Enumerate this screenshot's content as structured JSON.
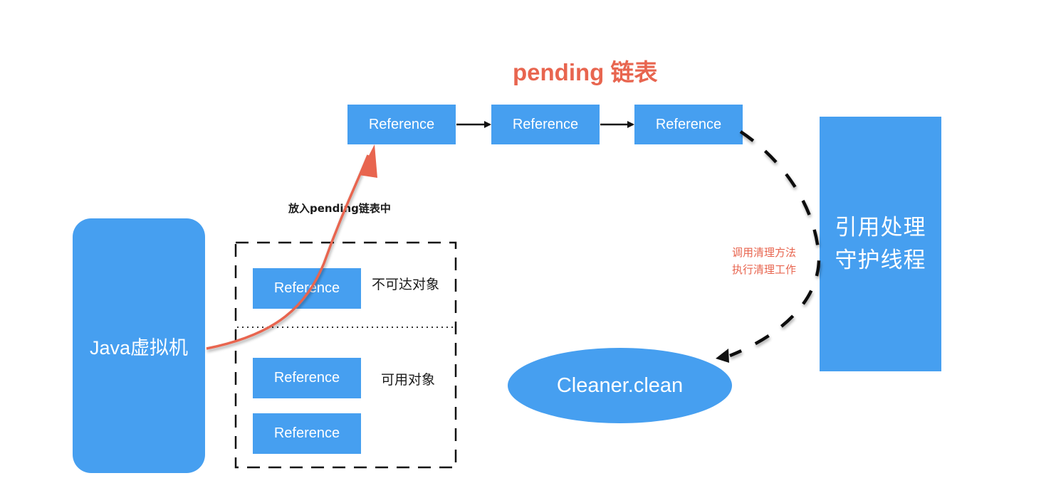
{
  "title": "pending 链表",
  "pending_list": {
    "nodes": [
      "Reference",
      "Reference",
      "Reference"
    ]
  },
  "jvm": {
    "label": "Java虚拟机"
  },
  "heap_group": {
    "unreachable_label": "不可达对象",
    "unreachable_nodes": [
      "Reference"
    ],
    "available_label": "可用对象",
    "available_nodes": [
      "Reference",
      "Reference"
    ]
  },
  "enqueue_arrow_label": "放入pending链表中",
  "daemon_thread": {
    "line1": "引用处理",
    "line2": "守护线程"
  },
  "clean_note": {
    "line1": "调用清理方法",
    "line2": "执行清理工作"
  },
  "cleaner": {
    "label": "Cleaner.clean"
  },
  "colors": {
    "node_blue": "#469ff0",
    "accent_red": "#e8654f",
    "line_black": "#111111"
  }
}
